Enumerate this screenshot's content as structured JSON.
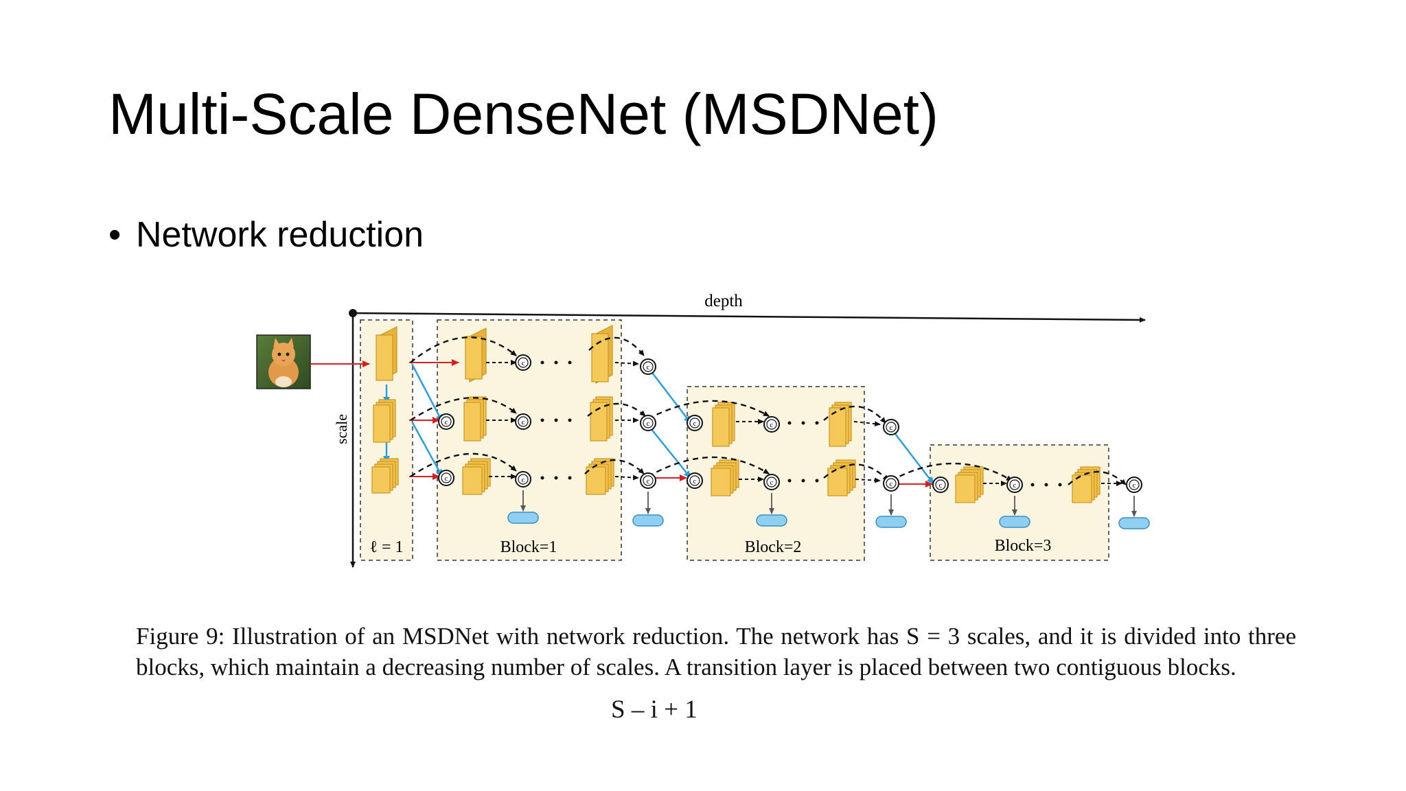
{
  "slide": {
    "title": "Multi-Scale DenseNet (MSDNet)",
    "bullet": "Network reduction"
  },
  "diagram": {
    "axis_depth_label": "depth",
    "axis_scale_label": "scale",
    "block_labels": [
      "ℓ = 1",
      "Block=1",
      "Block=2",
      "Block=3"
    ],
    "concat_symbol": "c",
    "colors": {
      "block_fill": "#fbf5df",
      "feature_fill": "#f2c14e",
      "feature_edge": "#c8961e",
      "classifier_fill": "#8fd0f2",
      "red_arrow": "#d42020",
      "blue_arrow": "#2a9ee0"
    }
  },
  "caption": "Figure 9: Illustration of an MSDNet with network reduction. The network has S = 3 scales, and it is divided into three blocks, which maintain a decreasing number of scales. A transition layer is placed between two contiguous blocks.",
  "formula": "S – i + 1"
}
